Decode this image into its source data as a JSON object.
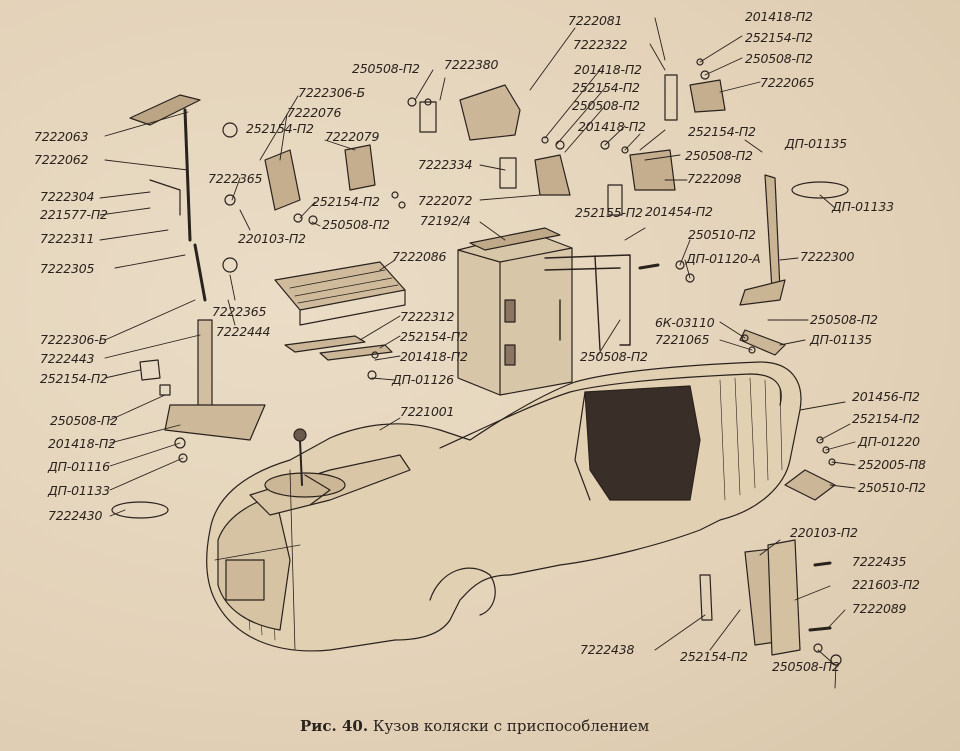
{
  "caption": {
    "prefix": "Рис. 40.",
    "text": "Кузов коляски с приспособлением"
  },
  "labels": [
    "7222081",
    "201418-П2",
    "7222322",
    "252154-П2",
    "250508-П2",
    "7222065",
    "250508-П2",
    "7222380",
    "201418-П2",
    "252154-П2",
    "250508-П2",
    "7222306-Б",
    "7222076",
    "7222063",
    "7222079",
    "252154-П2",
    "201418-П2",
    "7222062",
    "252154-П2",
    "ДП-01135",
    "250508-П2",
    "7222334",
    "7222365",
    "7222098",
    "7222304",
    "221577-П2",
    "252154-П2",
    "7222072",
    "ДП-01133",
    "7222311",
    "250508-П2",
    "220103-П2",
    "72192/4",
    "201454-П2",
    "7222305",
    "252155-П2",
    "7222086",
    "250510-П2",
    "ДП-01120-А",
    "7222300",
    "7222306-Б",
    "7222365",
    "7222444",
    "7222312",
    "7222443",
    "252154-П2",
    "201418-П2",
    "250508-П2",
    "ДП-01126",
    "ДП-01135",
    "252154-П2",
    "6К-03110",
    "250508-П2",
    "7221065",
    "7221001",
    "201456-П2",
    "250508-П2",
    "252154-П2",
    "ДП-01220",
    "201418-П2",
    "252005-П8",
    "ДП-01116",
    "250510-П2",
    "ДП-01133",
    "7222430",
    "220103-П2",
    "7222435",
    "221603-П2",
    "7222089",
    "7222438",
    "252154-П2",
    "250508-П2"
  ]
}
